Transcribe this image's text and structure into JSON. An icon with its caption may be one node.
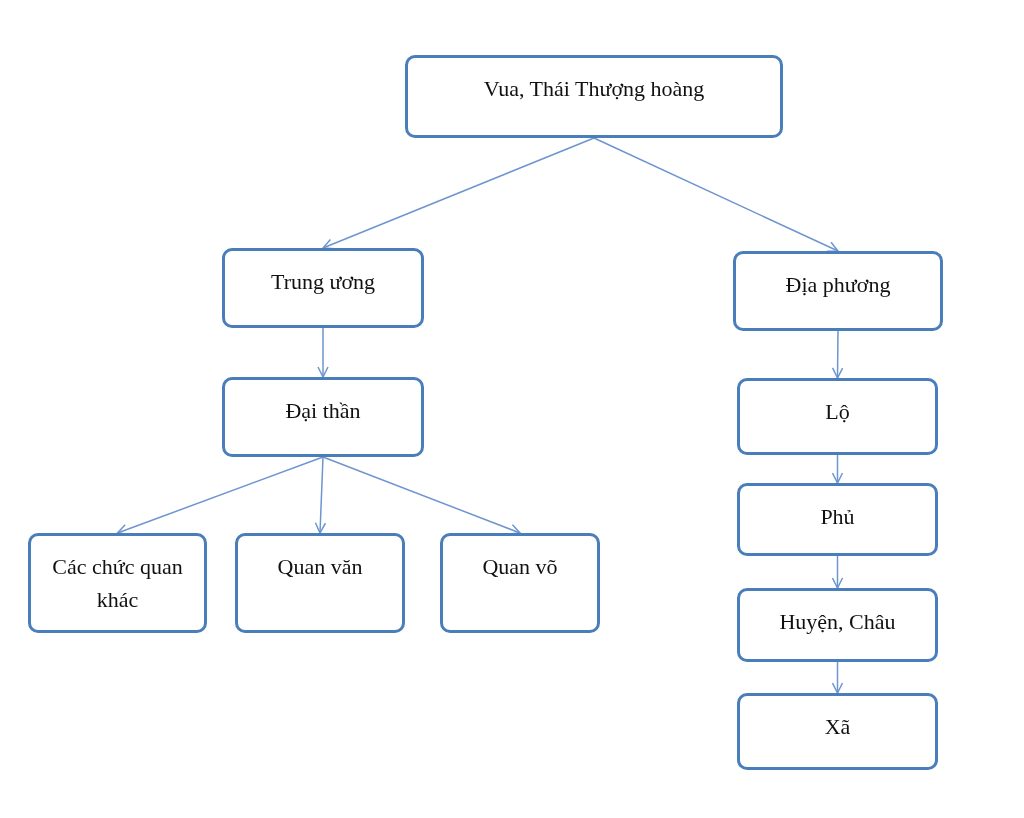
{
  "diagram": {
    "nodes": [
      {
        "text": [
          "Vua, Thái Thượng hoàng"
        ]
      },
      {
        "text": [
          "Trung ương"
        ]
      },
      {
        "text": [
          "Địa phương"
        ]
      },
      {
        "text": [
          "Đại thần"
        ]
      },
      {
        "text": [
          "Các chức quan khác"
        ]
      },
      {
        "text": [
          "Quan văn"
        ]
      },
      {
        "text": [
          "Quan võ"
        ]
      },
      {
        "text": [
          "Lộ"
        ]
      },
      {
        "text": [
          "Phủ"
        ]
      },
      {
        "text": [
          "Huyện, Châu"
        ]
      },
      {
        "text": [
          "Xã"
        ]
      }
    ],
    "edges": [
      {
        "from": 0,
        "to": 1,
        "arrow": "to"
      },
      {
        "from": 0,
        "to": 2,
        "arrow": "to"
      },
      {
        "from": 1,
        "to": 3,
        "arrow": "to"
      },
      {
        "from": 3,
        "to": 4,
        "arrow": "to"
      },
      {
        "from": 3,
        "to": 5,
        "arrow": "to"
      },
      {
        "from": 3,
        "to": 6,
        "arrow": "to"
      },
      {
        "from": 2,
        "to": 7,
        "arrow": "to"
      },
      {
        "from": 7,
        "to": 8,
        "arrow": "to"
      },
      {
        "from": 8,
        "to": 9,
        "arrow": "to"
      },
      {
        "from": 9,
        "to": 10,
        "arrow": "to"
      }
    ]
  }
}
